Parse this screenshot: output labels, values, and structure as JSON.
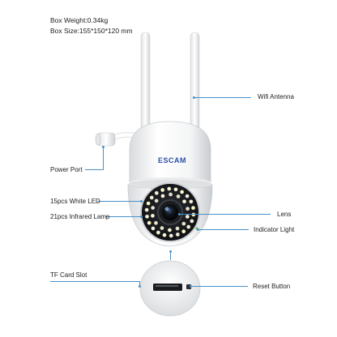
{
  "specs": {
    "weight": "Box Weight:0.34kg",
    "size": "Box Size:155*150*120 mm"
  },
  "brand": "ESCAM",
  "labels": {
    "wifi_antenna": "Wifi Antenna",
    "power_port": "Power Port",
    "white_led": "15pcs White LED",
    "infrared_lamp": "21pcs Infrared Lamp",
    "lens": "Lens",
    "indicator_light": "Indicator Light",
    "tf_card_slot": "TF Card Slot",
    "reset_button": "Reset Button"
  }
}
